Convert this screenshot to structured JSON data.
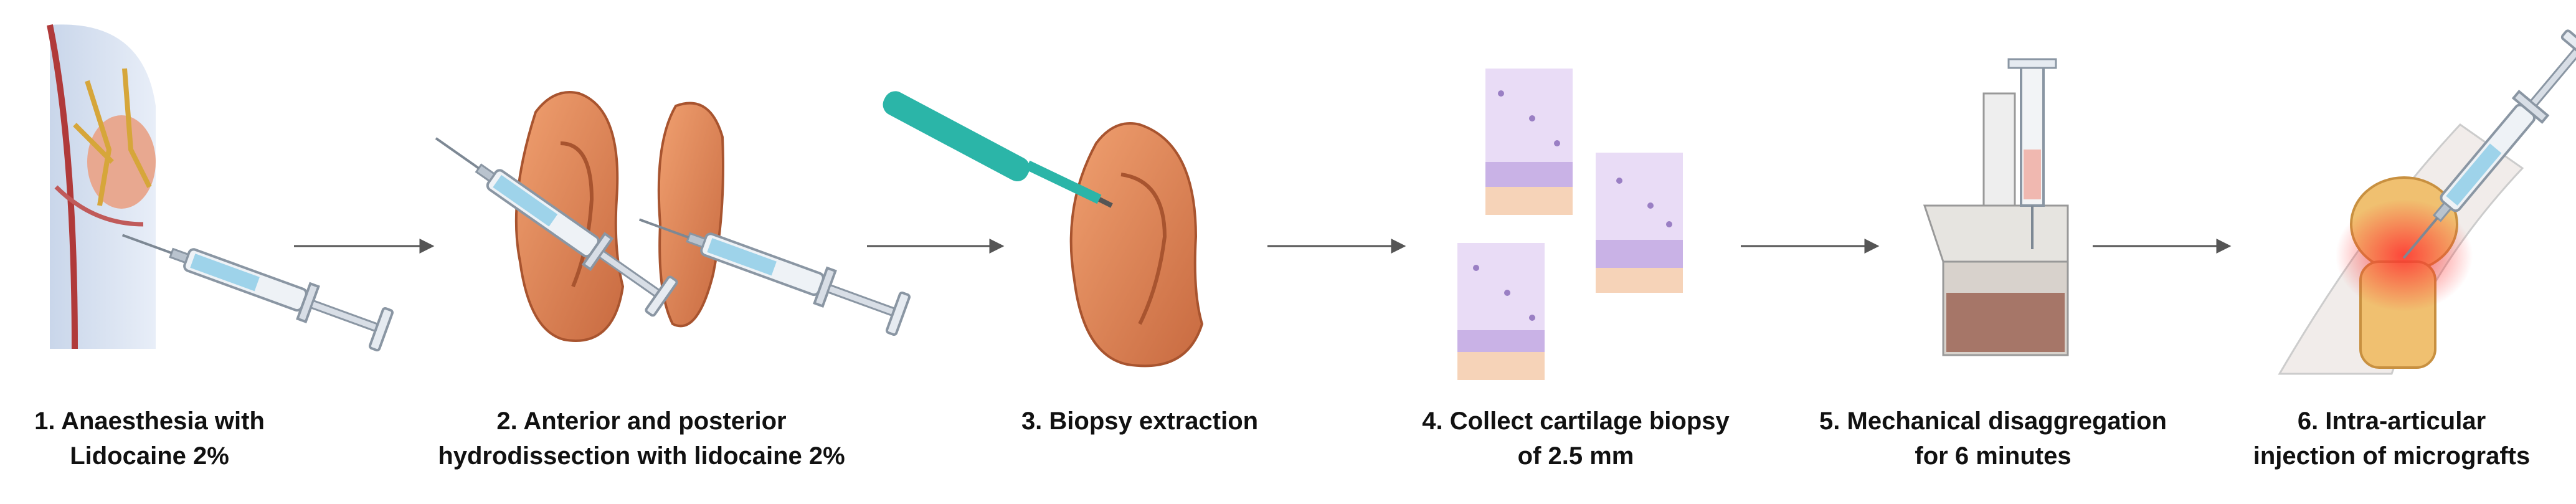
{
  "steps": [
    {
      "id": 1,
      "line1": "1. Anaesthesia with",
      "line2": "Lidocaine 2%"
    },
    {
      "id": 2,
      "line1": "2. Anterior and posterior",
      "line2": "hydrodissection with lidocaine 2%"
    },
    {
      "id": 3,
      "line1": "3. Biopsy extraction",
      "line2": ""
    },
    {
      "id": 4,
      "line1": "4. Collect cartilage biopsy",
      "line2": "of 2.5 mm"
    },
    {
      "id": 5,
      "line1": "5. Mechanical disaggregation",
      "line2": "for 6 minutes"
    },
    {
      "id": 6,
      "line1": "6. Intra-articular",
      "line2": "injection of micrografts"
    }
  ],
  "colors": {
    "skin": "#e08a5c",
    "skin_dark": "#b8603a",
    "syringe_fluid": "#9ed3ea",
    "biopsy_punch": "#2bb5a8",
    "tissue_purple": "#d9c6ee",
    "tissue_peach": "#f6d3b8",
    "inflammation": "#ff4a4a",
    "arrow": "#555555"
  }
}
